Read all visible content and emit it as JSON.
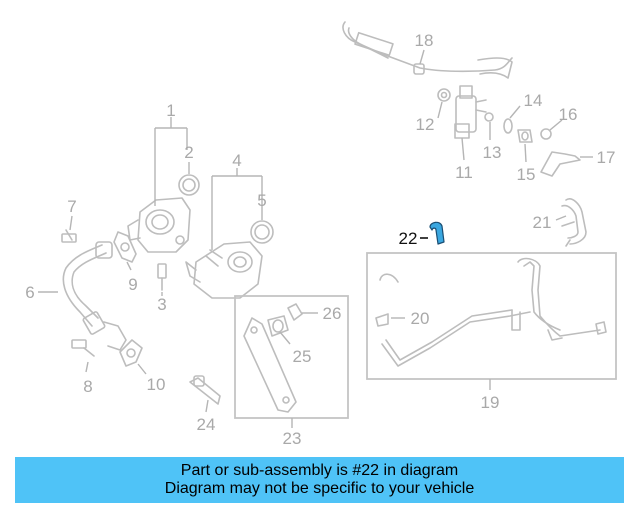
{
  "diagram": {
    "highlight_color": "#3aa7e0",
    "banner_color": "#4fc3f7",
    "callouts": [
      {
        "id": "1",
        "label": "1"
      },
      {
        "id": "2",
        "label": "2"
      },
      {
        "id": "3",
        "label": "3"
      },
      {
        "id": "4",
        "label": "4"
      },
      {
        "id": "5",
        "label": "5"
      },
      {
        "id": "6",
        "label": "6"
      },
      {
        "id": "7",
        "label": "7"
      },
      {
        "id": "8",
        "label": "8"
      },
      {
        "id": "9",
        "label": "9"
      },
      {
        "id": "10",
        "label": "10"
      },
      {
        "id": "11",
        "label": "11"
      },
      {
        "id": "12",
        "label": "12"
      },
      {
        "id": "13",
        "label": "13"
      },
      {
        "id": "14",
        "label": "14"
      },
      {
        "id": "15",
        "label": "15"
      },
      {
        "id": "16",
        "label": "16"
      },
      {
        "id": "17",
        "label": "17"
      },
      {
        "id": "18",
        "label": "18"
      },
      {
        "id": "19",
        "label": "19"
      },
      {
        "id": "20",
        "label": "20"
      },
      {
        "id": "21",
        "label": "21"
      },
      {
        "id": "22",
        "label": "22"
      },
      {
        "id": "23",
        "label": "23"
      },
      {
        "id": "24",
        "label": "24"
      },
      {
        "id": "25",
        "label": "25"
      },
      {
        "id": "26",
        "label": "26"
      }
    ]
  },
  "banner": {
    "line1": "Part or sub-assembly is #22 in diagram",
    "line2": "Diagram may not be specific to your vehicle"
  }
}
